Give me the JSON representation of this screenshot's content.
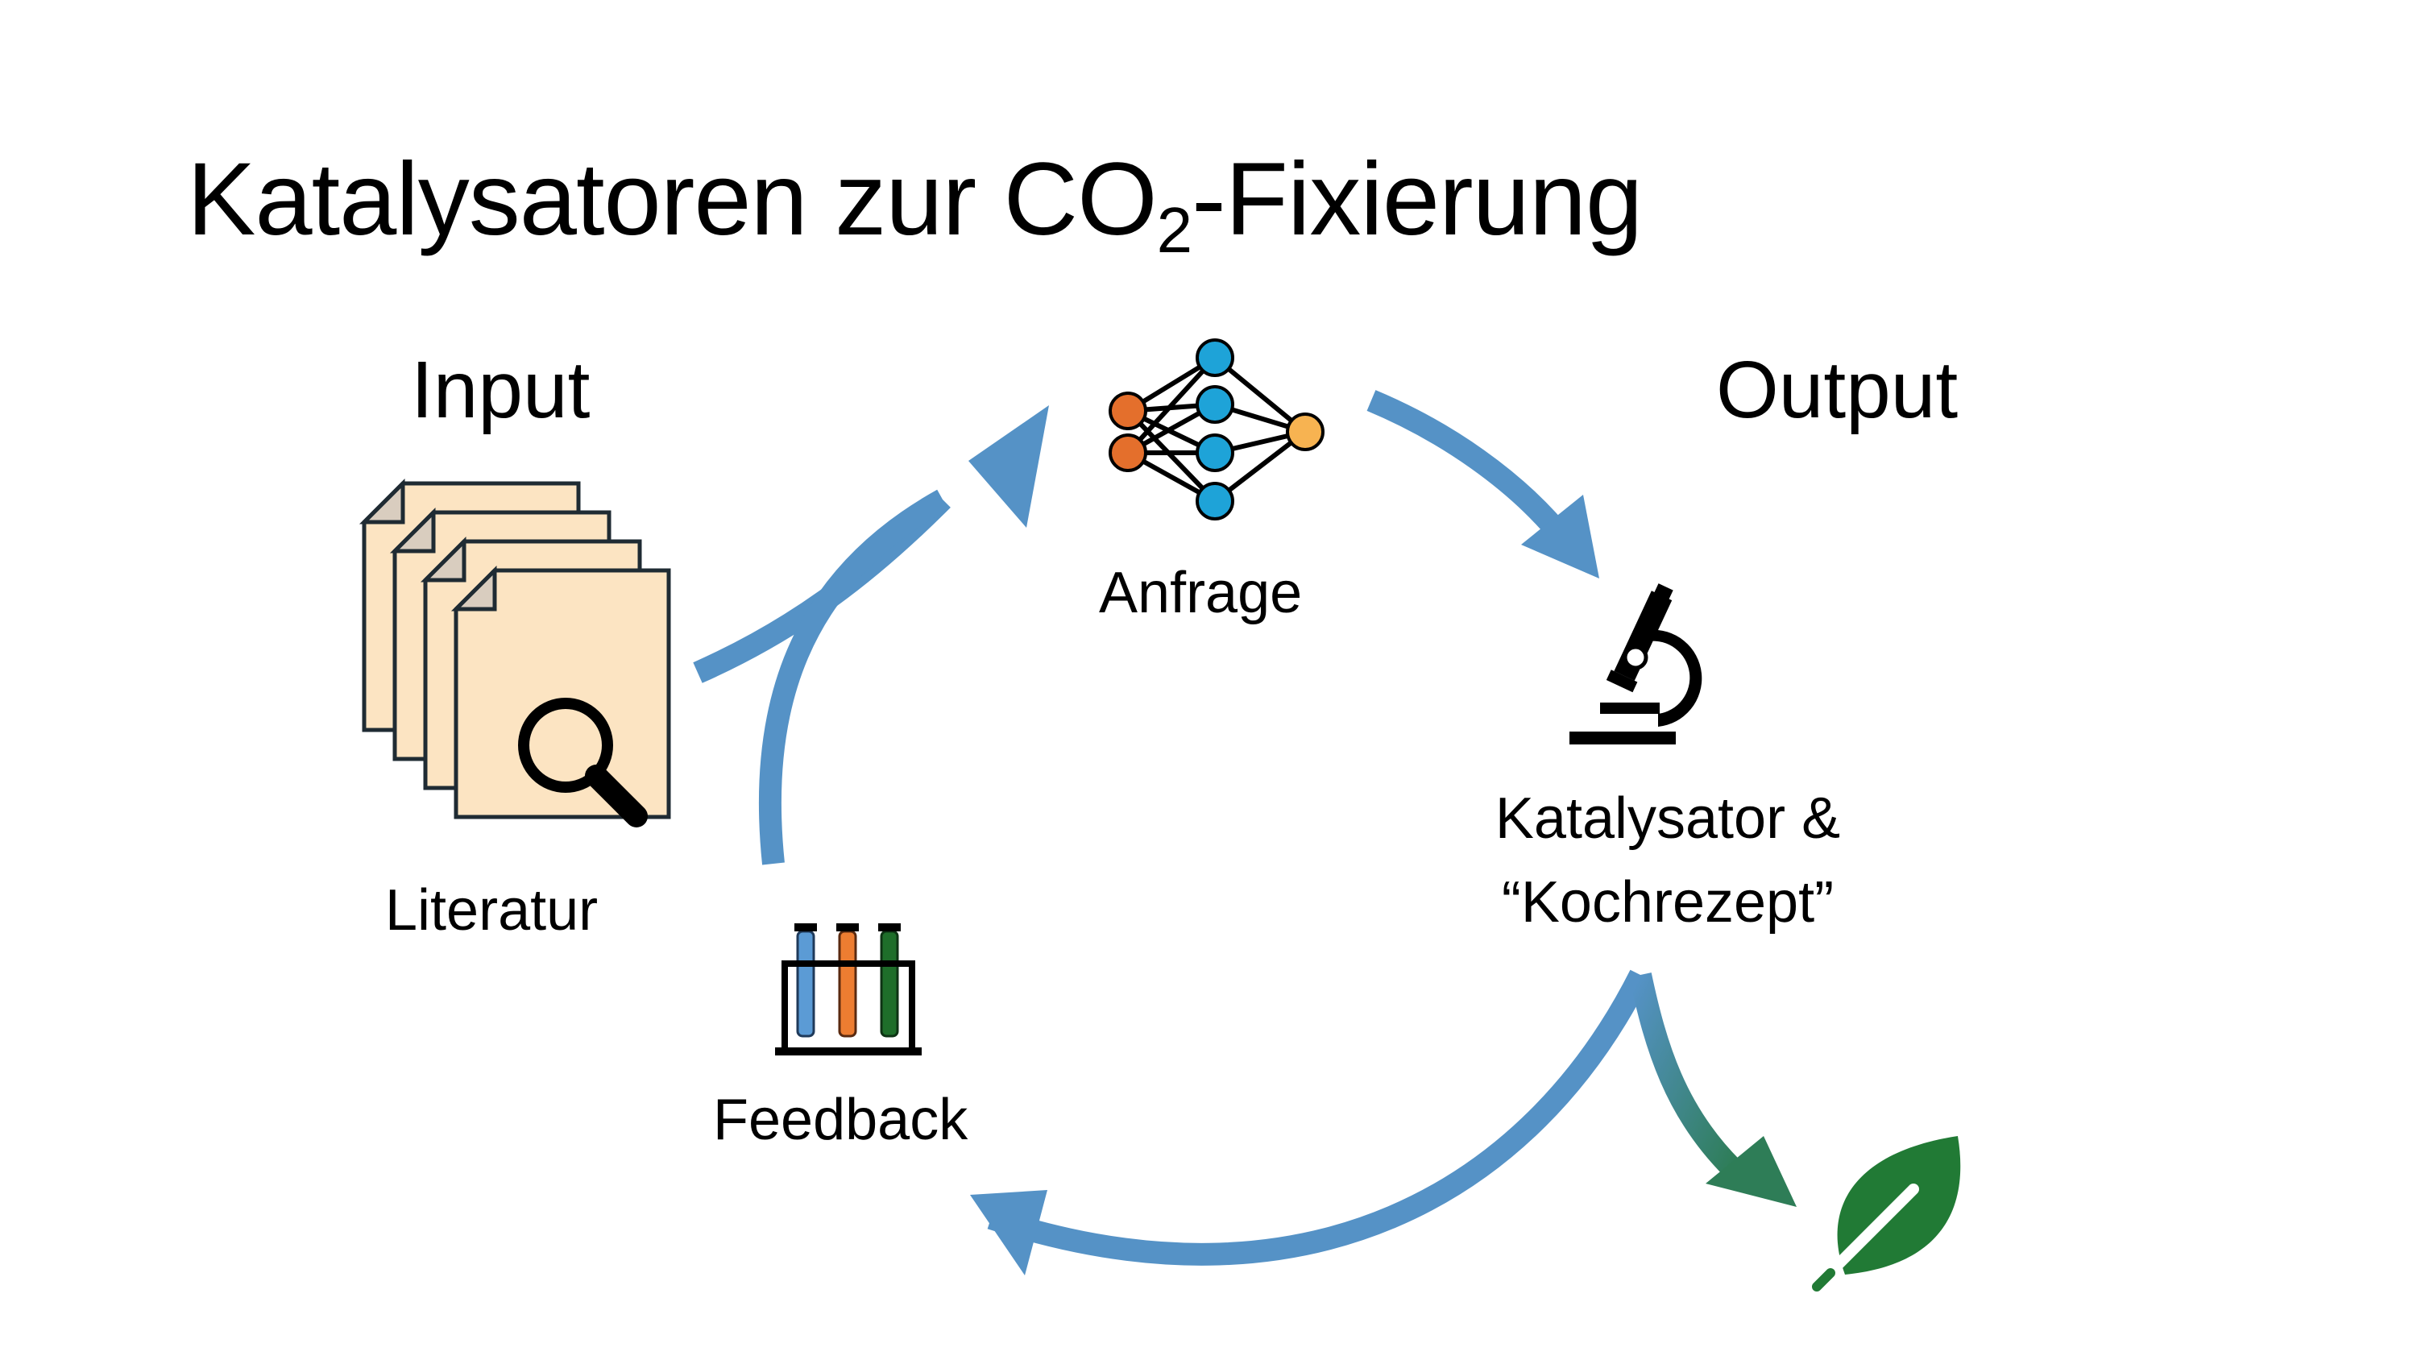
{
  "title": {
    "main": "Katalysatoren zur CO",
    "subscript": "2",
    "suffix": "-Fixierung"
  },
  "sections": {
    "input": "Input",
    "output": "Output"
  },
  "nodes": {
    "literature": "Literatur",
    "query": "Anfrage",
    "catalyst_line1": "Katalysator &",
    "catalyst_line2": "“Kochrezept”",
    "feedback": "Feedback"
  },
  "colors": {
    "arrow_blue": "#5592c6",
    "arrow_green": "#2e7d57",
    "paper_fill": "#fce4c2",
    "neuron_orange": "#e46f2c",
    "neuron_blue": "#1ea3d8",
    "neuron_yellow": "#f7b351",
    "tube_blue": "#5b9bd5",
    "tube_orange": "#ed7d31",
    "tube_green": "#1e6e2a",
    "leaf_green": "#217a35"
  },
  "icons": [
    "documents-search-icon",
    "neural-network-icon",
    "microscope-icon",
    "test-tubes-icon",
    "leaf-icon"
  ]
}
